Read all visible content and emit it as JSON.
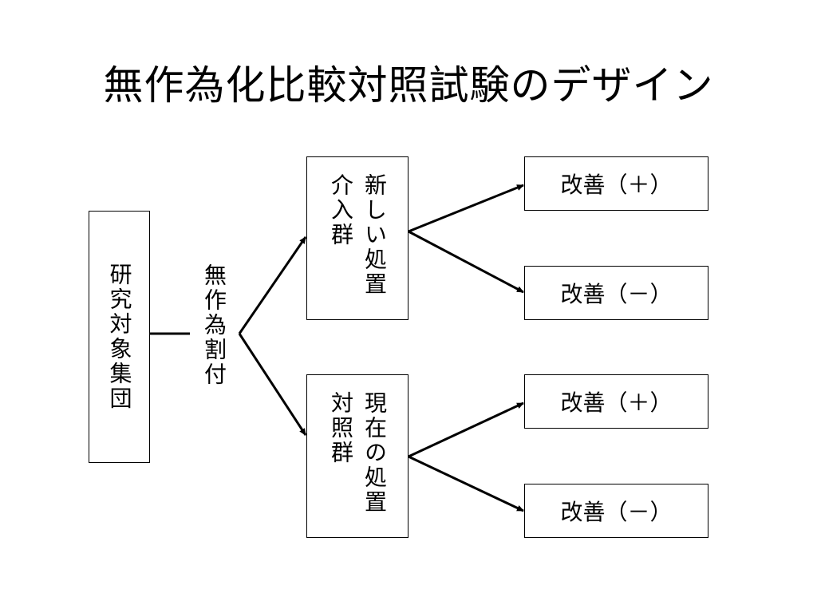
{
  "slide": {
    "title": "無作為化比較対照試験のデザイン"
  },
  "diagram": {
    "study_population": "研究対象集団",
    "randomization": "無作為割付",
    "intervention_group": "新しい処置\n介入群",
    "control_group": "現在の処置\n対照群",
    "outcomes": [
      "改善（＋）",
      "改善（－）",
      "改善（＋）",
      "改善（－）"
    ]
  },
  "colors": {
    "line": "#000000",
    "background": "#ffffff"
  }
}
